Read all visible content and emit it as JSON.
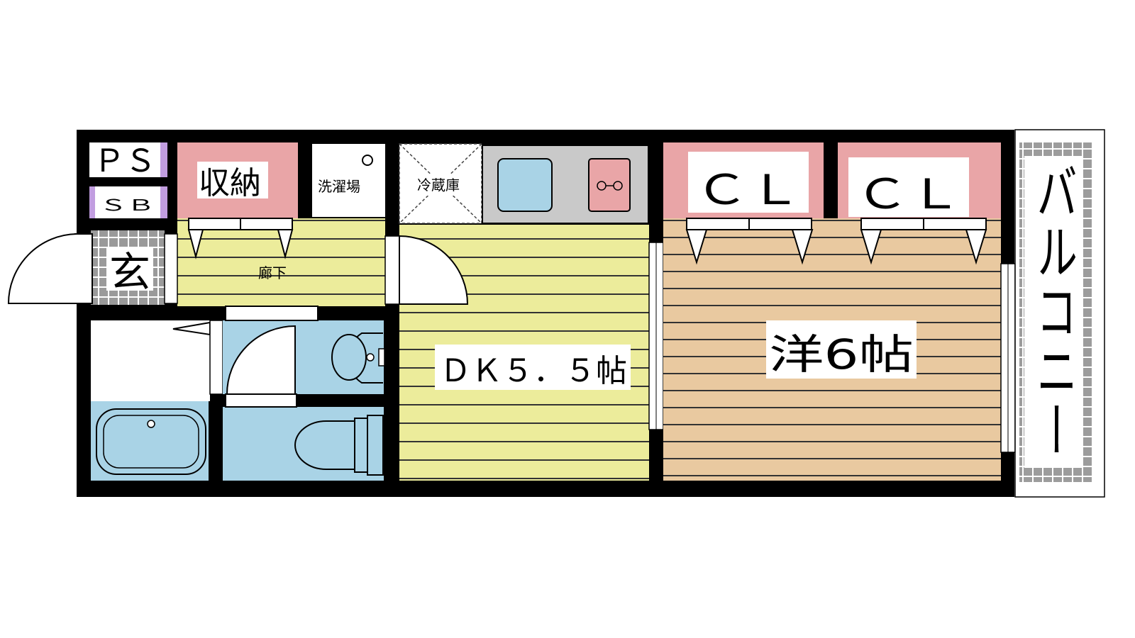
{
  "floorplan": {
    "labels": {
      "ps": "ＰＳ",
      "sb": "ＳＢ",
      "storage": "収納",
      "laundry": "洗濯場",
      "fridge": "冷蔵庫",
      "closet_1": "ＣＬ",
      "closet_2": "ＣＬ",
      "balcony": "バルコニー",
      "entrance": "玄",
      "hallway": "廊下",
      "dining_kitchen": "ＤＫ５．５帖",
      "western_room": "洋6帖"
    },
    "colors": {
      "wall": "#000000",
      "storage_pink": "#e9a5a7",
      "floor_yellow": "#ecec9b",
      "floor_tan": "#e9c9a0",
      "wet_area_blue": "#a9d3e6",
      "kitchen_gray": "#c9c9c9",
      "tile_gray": "#9a9a9a",
      "meter_purple": "#c19de0"
    }
  }
}
